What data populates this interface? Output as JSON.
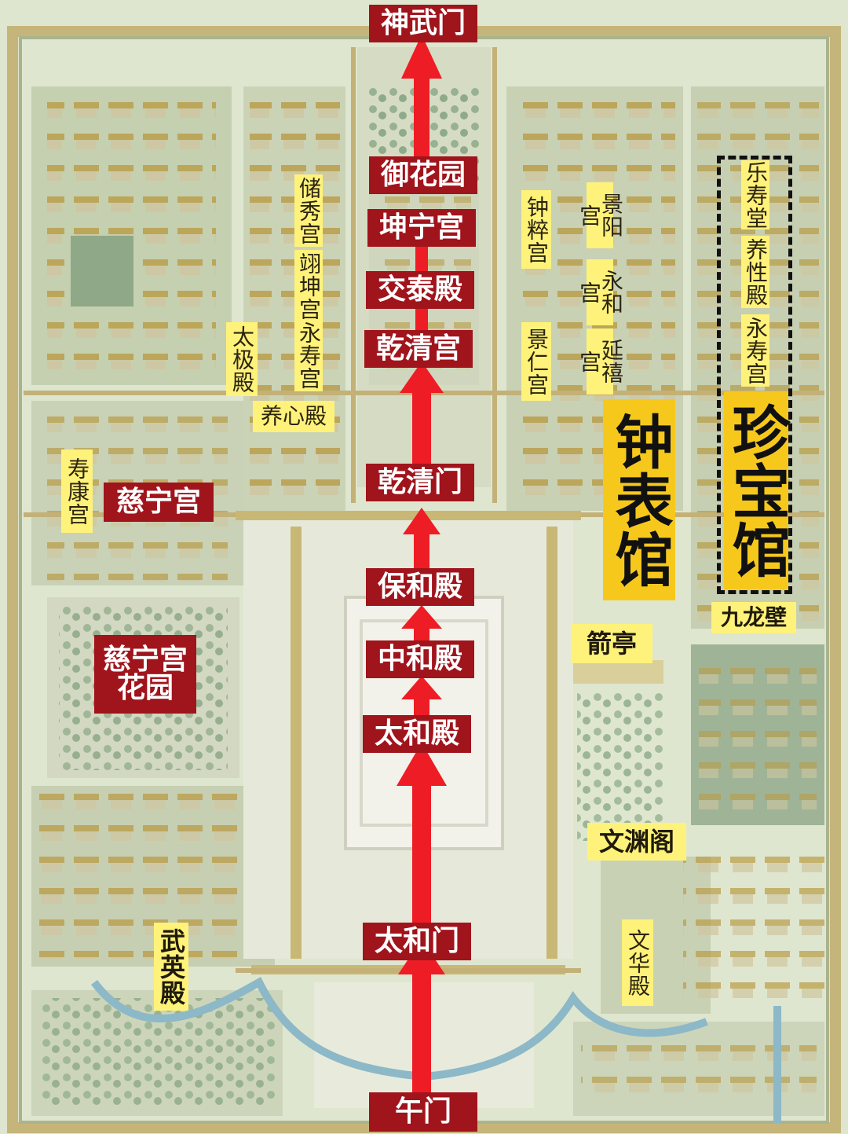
{
  "route_labels": [
    {
      "id": "shenwumen",
      "text": "神武门"
    },
    {
      "id": "yuhuayuan",
      "text": "御花园"
    },
    {
      "id": "kunninggong",
      "text": "坤宁宫"
    },
    {
      "id": "jiaotaidian",
      "text": "交泰殿"
    },
    {
      "id": "qianqinggong",
      "text": "乾清宫"
    },
    {
      "id": "qianqingmen",
      "text": "乾清门"
    },
    {
      "id": "baohedian",
      "text": "保和殿"
    },
    {
      "id": "zhonghedian",
      "text": "中和殿"
    },
    {
      "id": "taihedian",
      "text": "太和殿"
    },
    {
      "id": "taihemen",
      "text": "太和门"
    },
    {
      "id": "wumen",
      "text": "午门"
    }
  ],
  "west_labels": {
    "cininggong": "慈宁宫",
    "cininggong_garden": "慈宁宫\n花园",
    "shoukanggong": "寿康宫",
    "wuyingdian": "武英殿",
    "taijidian": "太极殿",
    "yangxindian": "养心殿",
    "chuxiugong": "储秀宫",
    "yikungong": "翊坤宫",
    "yongshougong": "永寿宫"
  },
  "east_labels": {
    "zhongcuigong": "钟粹宫",
    "jingrengong": "景仁宫",
    "jingyanggong": "景阳宫",
    "yonghegong": "永和宫",
    "yanxigong": "延禧宫",
    "jianting": "箭亭",
    "wenyuange": "文渊阁",
    "wenhuadian": "文华殿",
    "jiulongbi": "九龙壁",
    "leshoutang": "乐寿堂",
    "yangxingdian": "养性殿",
    "yongshougong_e": "永寿宫"
  },
  "museum_labels": {
    "clock_museum": "钟表馆",
    "treasure_museum": "珍宝馆"
  },
  "colors": {
    "route_arrow": "#ee1c25",
    "label_red": "#a0141c",
    "label_yellow": "#fff27a",
    "label_gold": "#f7c81c",
    "ground": "#dfe6cf",
    "walls": "#c9c08a",
    "roof": "#b89b45",
    "green_block": "#8fa888"
  }
}
